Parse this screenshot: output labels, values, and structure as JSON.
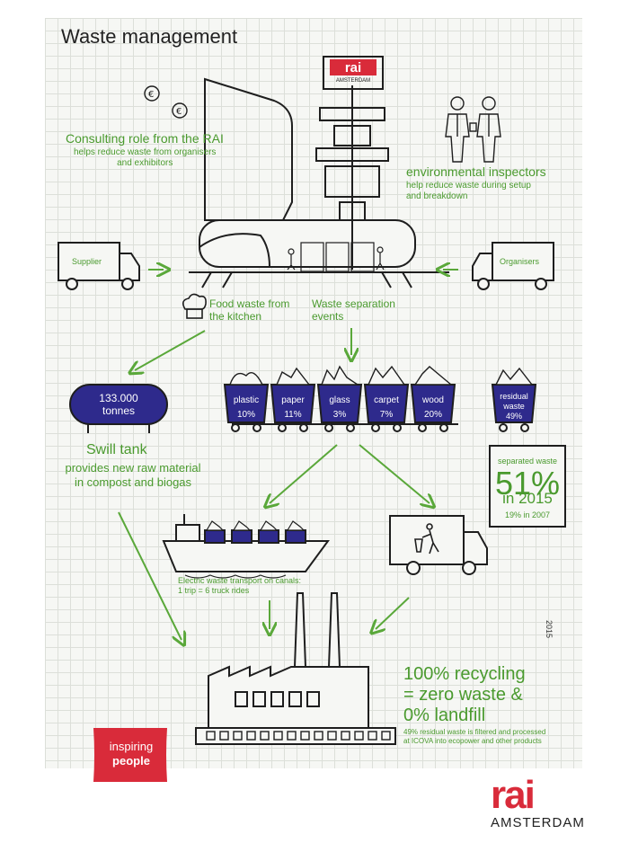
{
  "title": "Waste management",
  "consulting": {
    "heading": "Consulting role from the RAI",
    "line1": "helps reduce waste from organisers",
    "line2": "and exhibitors"
  },
  "inspectors": {
    "heading": "environmental inspectors",
    "line1": "help reduce waste during setup",
    "line2": "and breakdown"
  },
  "sign": {
    "brand": "rai",
    "city": "AMSTERDAM"
  },
  "supplier_truck": "Supplier",
  "organisers_truck": "Organisers",
  "food_waste": {
    "line1": "Food waste from",
    "line2": "the kitchen"
  },
  "waste_separation": {
    "line1": "Waste separation",
    "line2": "events"
  },
  "tank": {
    "line1": "133.000",
    "line2": "tonnes"
  },
  "swill": {
    "heading": "Swill tank",
    "text": "provides new raw material in compost and biogas"
  },
  "bins": [
    {
      "name": "plastic",
      "pct": "10%"
    },
    {
      "name": "paper",
      "pct": "11%"
    },
    {
      "name": "glass",
      "pct": "3%"
    },
    {
      "name": "carpet",
      "pct": "7%"
    },
    {
      "name": "wood",
      "pct": "20%"
    }
  ],
  "residual_bin": {
    "line1": "residual",
    "line2": "waste",
    "pct": "49%"
  },
  "separated_box": {
    "label": "separated waste",
    "value": "51%",
    "year": "in 2015",
    "previous": "19% in 2007"
  },
  "boat": {
    "line1": "Electric waste transport on canals:",
    "line2": "1 trip = 6 truck rides"
  },
  "year_label": "2015",
  "recycling": {
    "line1": "100% recycling",
    "line2": "= zero waste &",
    "line3": "0% landfill",
    "note1": "49% residual waste is filtered and processed",
    "note2": "at ICOVA into ecopower and other products"
  },
  "inspiring": {
    "line1": "inspiring",
    "line2": "people"
  },
  "logo": {
    "brand": "rai",
    "city": "AMSTERDAM"
  },
  "colors": {
    "green": "#4a9a2e",
    "navy": "#2e2a8c",
    "red": "#d92b3a",
    "line": "#1e1e1e"
  }
}
